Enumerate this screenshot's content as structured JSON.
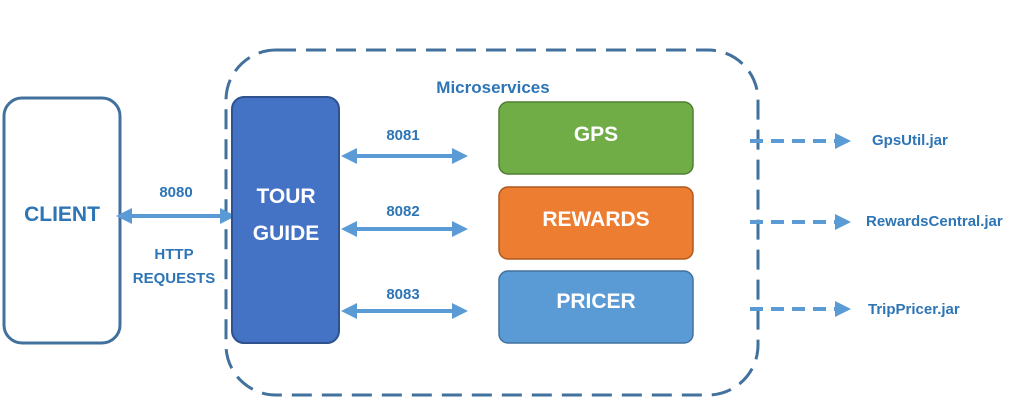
{
  "client": {
    "label": "CLIENT"
  },
  "client_link": {
    "port": "8080",
    "note_line1": "HTTP",
    "note_line2": "REQUESTS"
  },
  "tour_guide": {
    "line1": "TOUR",
    "line2": "GUIDE"
  },
  "microservices": {
    "title": "Microservices",
    "services": [
      {
        "label": "GPS",
        "port": "8081",
        "jar": "GpsUtil.jar",
        "color": "#70ad47",
        "border": "#507e32"
      },
      {
        "label": "REWARDS",
        "port": "8082",
        "jar": "RewardsCentral.jar",
        "color": "#ed7d31",
        "border": "#ae5a21"
      },
      {
        "label": "PRICER",
        "port": "8083",
        "jar": "TripPricer.jar",
        "color": "#5b9bd5",
        "border": "#41719c"
      }
    ]
  },
  "colors": {
    "outline": "#41719c",
    "tour_guide": "#4472c4",
    "arrow": "#5b9bd5",
    "text": "#2e75b6"
  }
}
